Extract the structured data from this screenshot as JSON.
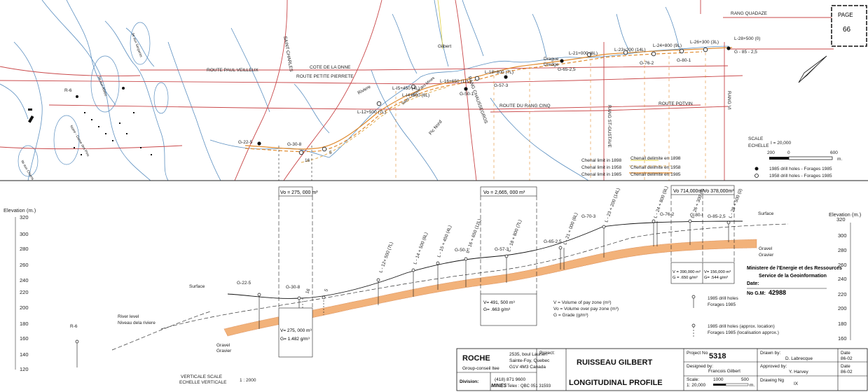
{
  "page": {
    "label": "PAGE",
    "number": "66"
  },
  "roads": {
    "quadaze": "RANG QUADAZE",
    "paul_veilleux": "ROUTE PAUL VEILLEUX",
    "cote_dnne": "COTE DE LA DNNE",
    "petite_pierrete": "ROUTE PETITE PIERRETE",
    "potvin": "ROUTE POTVIN",
    "rang_cinq": "ROUTE  DU  RANG  CINQ",
    "chaussegros": "RANG CHAUSSEGROS",
    "st_gustave": "RANG ST-GUSTAVE",
    "rang_vi": "RANG VI",
    "sainte_charles": "SAINT CHARLES"
  },
  "places": {
    "gilbert": "Gilbert",
    "riviere": "Riviere",
    "drague": "Drague",
    "dredge": "Dredge",
    "pic_nord": "Pic Nord",
    "saint_simon": "Saint - Simon des Mines",
    "ile_serpents": "Ile aux Serpents",
    "ile_allees": "Ile aux Allees",
    "notre_dame": "Notre - Dame des Pins",
    "ile_chiens": "Ile aux Chiens"
  },
  "map_labels": [
    "L-28+500 (0)",
    "L-26+300 (3L)",
    "L-24+800 (9L)",
    "L-23+200 (14L)",
    "L-21+000 (6L)",
    "L-18+800 (7L)",
    "L-16+650 (12L)",
    "L-I5+450 (4L)",
    "L-I4+500 (6L)",
    "L-12+500 (7L)",
    "G - 85 - 2,5",
    "G-80-1",
    "G-76-2",
    "G-65-2,5",
    "G-57-3",
    "G-50-1",
    "G-30-8",
    "G-22-5",
    "R-6",
    "16",
    "5"
  ],
  "scale": {
    "label": "SCALE",
    "echelle": "ECHELLE",
    "ratio": "I = 20,000",
    "ticks": [
      "200",
      "0",
      "600"
    ],
    "unit": "m."
  },
  "legend": {
    "l1898": "Chenal limit in 1898",
    "d1898": "Chenail delimite en 1898",
    "l1958": "Chenal limit in 1958",
    "d1958": "Chenail delimite en 1958",
    "l1985": "Chenal limit in 1985",
    "d1985": "Chenail delimite en 1985",
    "h1985": "1985 drill holes - Forages 1985",
    "h1958": "1958 drill holes - Forages 1985"
  },
  "profile": {
    "elevation_label": "Elevation (m.)",
    "y_ticks": [
      "320",
      "300",
      "280",
      "260",
      "240",
      "220",
      "200",
      "180",
      "160",
      "140",
      "120"
    ],
    "vo_boxes": [
      "Vo = 275, 000 m³",
      "Vo = 2,665, 000 m³",
      "Vo 714,000m³",
      "Vo  378,000m³"
    ],
    "top_labels": [
      "G-22-5",
      "G-30-8",
      "16",
      "5",
      "L - 12+ 500 (7L)",
      "L - 14 + 500 (6L)",
      "L - 15 + 450 (4L)",
      "G-50-1",
      "L - 16 + 650 (12L)",
      "G-57-3",
      "L - 18 + 800 (7L)",
      "G-65-2,5",
      "L - 21 + 000 (6L)",
      "G-70-3",
      "L - 23 + 200 (14L)",
      "L - 24 + 800 (9L)",
      "G-76-2",
      "L - 26 + 300 (0)",
      "G-80-I",
      "G-85-2,5",
      "L - 28 + 500 (0)",
      "R-6"
    ],
    "surface": "Surface",
    "gravel": "Gravel",
    "gravier": "Gravier",
    "river1": "River level",
    "river2": "Niveau dela riviere",
    "v1": "V= 275, 000 m³",
    "g1": "G= 1.482 g/m³",
    "v2": "V= 491, 500 m³",
    "g2": "G= .663 g/m³",
    "v3": "V = 390,000 m³",
    "g3": "G = .650 g/m³",
    "v4": "V= 156,000 m³",
    "g4": "G= .544 g/m³",
    "def_v": "V    =   Volume of pay zone (m³)",
    "def_vo": "Vo  =  Volume over pay zone (m³)",
    "def_g": "G    =   Grade (g/m³)",
    "dh1": "1985 drill holes",
    "dh1b": "Forages 1985",
    "dh2": "1985 drill holes (approx. location)",
    "dh2b": "Forages 1985 (localisation approx.)",
    "vscale1": "VERTICALE SCALE",
    "vscale2": "ECHELLE VERTICALE",
    "vscale_ratio": "1 : 2000"
  },
  "ministry": {
    "line1": "Ministere de l'Energie et des Ressources",
    "line2": "Service de la Geoinformation",
    "date_label": "Date:",
    "gm_label": "No G.M:",
    "gm_number": "42988"
  },
  "title_block": {
    "company": "ROCHE",
    "group": "Group-conseil ltee",
    "address1": "2535, boul Laurier",
    "address2": "Sainte-Foy, Quebec",
    "address3": "G1V 4M3 Canada",
    "phone": "(418) 871 9600",
    "division_label": "Division:",
    "mines": "MINES",
    "telex": "Telex : QBC 051 31593",
    "project_label": "Project:",
    "project_name": "RUISSEAU GILBERT",
    "drawing_title": "LONGITUDINAL PROFILE",
    "project_no_label": "Project No",
    "project_no": "5318",
    "designed_label": "Designed by:",
    "designed_by": "Francois Gilbert",
    "scale_label": "Scale:",
    "scale_value": "1: 20,000",
    "scale_ticks": [
      "1000",
      "500"
    ],
    "scale_unit": "m.",
    "drawn_label": "Drawn by:",
    "drawn_by": "D. Labrecque",
    "approved_label": "Approved by:",
    "approved_by": "Y. Harvey",
    "drawing_no_label": "Drawing Ng",
    "drawing_no": "IX",
    "date_label": "Date",
    "date1": "86-02",
    "date2": "86-02"
  }
}
